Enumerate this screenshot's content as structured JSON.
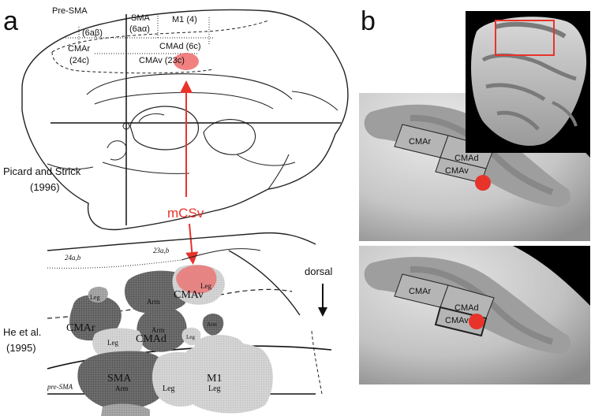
{
  "panel_a": {
    "letter": "a",
    "top": {
      "pre_sma": "Pre-SMA",
      "pre_sma_code": "(6aβ)",
      "sma": "SMA",
      "sma_code": "(6aα)",
      "m1": "M1 (4)",
      "cmad": "CMAd (6c)",
      "cmar": "CMAr",
      "cmar_code": "(24c)",
      "cmav": "CMAv (23c)",
      "citation": [
        "Picard and Strick",
        "(1996)"
      ]
    },
    "marker": "mCSv",
    "bottom": {
      "area_24": "24a,b",
      "area_23": "23a,b",
      "cmav": "CMAv",
      "leg_cmav": "Leg",
      "arm_cmav": "Arm",
      "leg_small": "Leg",
      "cmar": "CMAr",
      "cmad": "CMAd",
      "arm_cmad": "Arm",
      "leg_cmad": "Leg",
      "arm_small": "Arm",
      "leg_right": "Leg",
      "sma": "SMA",
      "arm_sma": "Arm",
      "leg_sma": "Leg",
      "m1": "M1",
      "leg_m1": "Leg",
      "pre_sma": "pre-SMA",
      "citation": [
        "He et al.",
        "(1995)"
      ],
      "direction": "dorsal"
    }
  },
  "panel_b": {
    "letter": "b",
    "upper": {
      "cmar": "CMAr",
      "cmad": "CMAd",
      "cmav": "CMAv"
    },
    "lower": {
      "cmar": "CMAr",
      "cmad": "CMAd",
      "cmav": "CMAv"
    }
  },
  "colors": {
    "accent": "#e8332a",
    "highlight": "#ee6b6b"
  }
}
